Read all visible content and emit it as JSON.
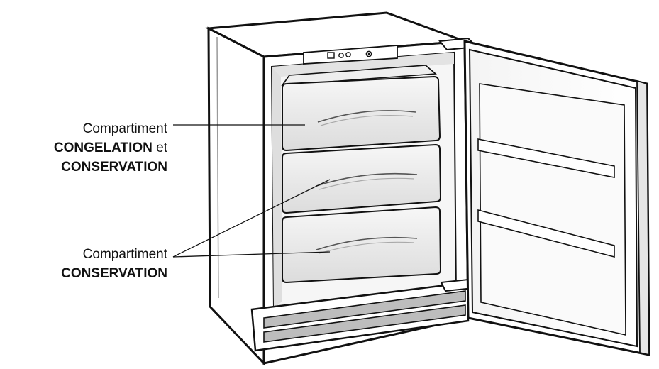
{
  "labels": {
    "compartment1": {
      "line1": "Compartiment",
      "line2_bold": "CONGELATION",
      "line2_rest": " et",
      "line3_bold": "CONSERVATION"
    },
    "compartment2": {
      "line1": "Compartiment",
      "line2_bold": "CONSERVATION"
    }
  },
  "colors": {
    "outline": "#111111",
    "drawer_fill": "#f1f1f1",
    "shadow": "#cfcfcf",
    "plinth": "#bdbdbd"
  }
}
